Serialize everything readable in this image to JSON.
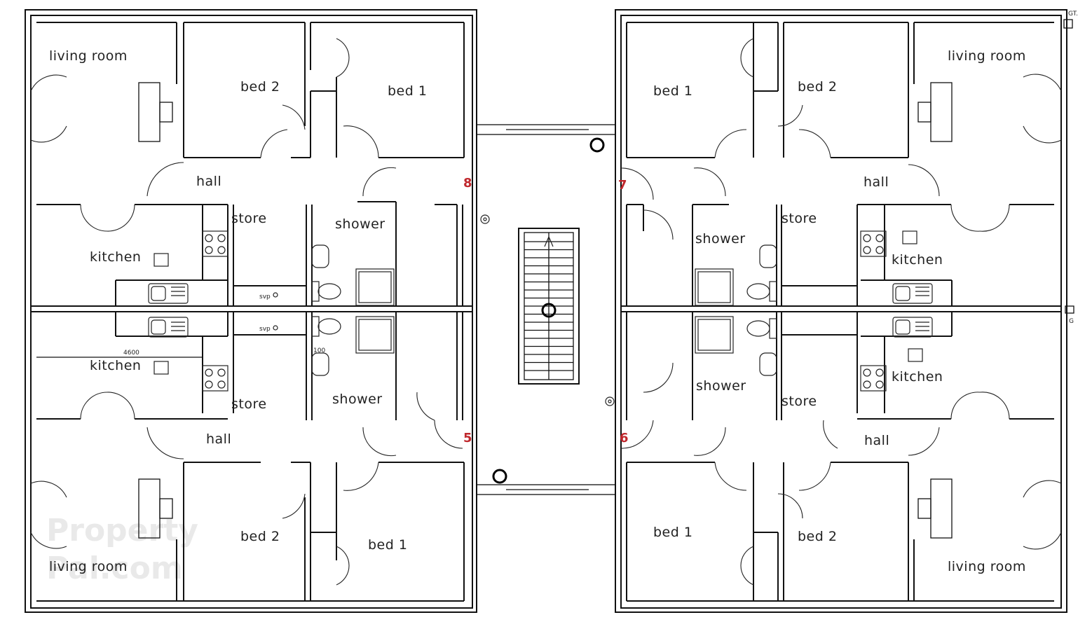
{
  "colors": {
    "line": "#111111",
    "unit_number": "#c0282d",
    "watermark": "#d8d8d8"
  },
  "units": {
    "unit_8": "8",
    "unit_7": "7",
    "unit_5": "5",
    "unit_6": "6"
  },
  "rooms": {
    "tl": {
      "living": "living room",
      "bed2": "bed 2",
      "bed1": "bed 1",
      "hall": "hall",
      "kitchen": "kitchen",
      "store": "store",
      "shower": "shower",
      "svp": "svp"
    },
    "tr": {
      "living": "living room",
      "bed2": "bed 2",
      "bed1": "bed 1",
      "hall": "hall",
      "kitchen": "kitchen",
      "store": "store",
      "shower": "shower"
    },
    "bl": {
      "living": "living room",
      "bed2": "bed 2",
      "bed1": "bed 1",
      "hall": "hall",
      "kitchen": "kitchen",
      "store": "store",
      "shower": "shower",
      "svp": "svp",
      "dim": "4600",
      "dim2": "100"
    },
    "br": {
      "living": "living room",
      "bed2": "bed 2",
      "bed1": "bed 1",
      "hall": "hall",
      "kitchen": "kitchen",
      "store": "store",
      "shower": "shower"
    }
  },
  "edge_labels": {
    "gt": "GT.",
    "g": "G"
  },
  "watermark": {
    "line1": "Property",
    "line2": "Pal.com"
  },
  "icons": [
    "hob-icon",
    "sink-icon",
    "toilet-icon",
    "shower-tray-icon",
    "basin-icon",
    "cooker-icon",
    "stair-arrow-icon",
    "access-ring-icon",
    "soil-vent-icon"
  ]
}
